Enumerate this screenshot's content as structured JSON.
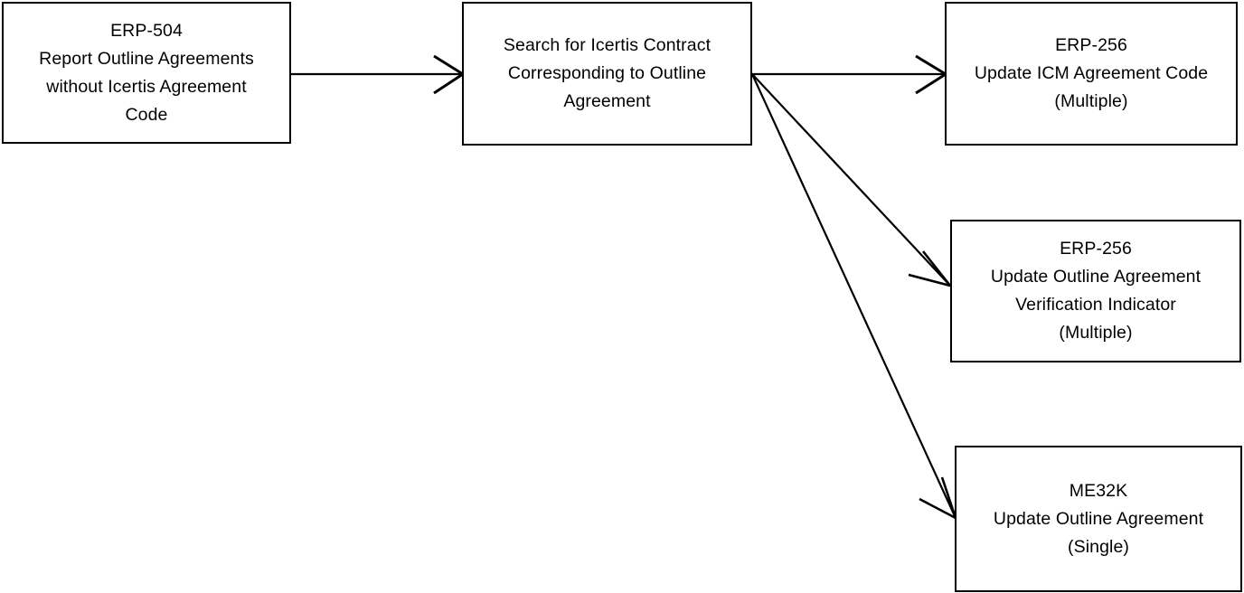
{
  "diagram": {
    "type": "flowchart",
    "orientation": "left-to-right",
    "background_color": "#ffffff",
    "line_color": "#000000",
    "text_color": "#000000",
    "nodes": [
      {
        "id": "report",
        "name": "report-outline-agreements",
        "label": "ERP-504\nReport Outline Agreements\nwithout Icertis Agreement\nCode",
        "lines": [
          "ERP-504",
          "Report Outline Agreements",
          "without Icertis Agreement",
          "Code"
        ],
        "code": "ERP-504",
        "shape": "rectangle"
      },
      {
        "id": "search",
        "name": "search-icertis-contract",
        "label": "Search for Icertis  Contract\nCorresponding to Outline\nAgreement",
        "lines": [
          "Search for Icertis  Contract",
          "Corresponding to Outline",
          "Agreement"
        ],
        "code": "",
        "shape": "rectangle"
      },
      {
        "id": "icm-code",
        "name": "update-icm-agreement-code",
        "label": "ERP-256\nUpdate ICM Agreement Code\n(Multiple)",
        "lines": [
          "ERP-256",
          "Update ICM Agreement Code",
          "(Multiple)"
        ],
        "code": "ERP-256",
        "cardinality": "(Multiple)",
        "shape": "rectangle"
      },
      {
        "id": "verif-ind",
        "name": "update-verification-indicator",
        "label": "ERP-256\nUpdate Outline Agreement\nVerification Indicator\n(Multiple)",
        "lines": [
          "ERP-256",
          "Update Outline Agreement",
          "Verification Indicator",
          "(Multiple)"
        ],
        "code": "ERP-256",
        "cardinality": "(Multiple)",
        "shape": "rectangle"
      },
      {
        "id": "me32k",
        "name": "update-outline-agreement-single",
        "label": "ME32K\nUpdate Outline Agreement\n(Single)",
        "lines": [
          "ME32K",
          "Update Outline Agreement",
          "(Single)"
        ],
        "code": "ME32K",
        "cardinality": "(Single)",
        "shape": "rectangle"
      }
    ],
    "edges": [
      {
        "id": "e1",
        "name": "edge-report-to-search",
        "from": "report",
        "to": "search",
        "label": "",
        "arrowhead": "open-v"
      },
      {
        "id": "e2",
        "name": "edge-search-to-icm-code",
        "from": "search",
        "to": "icm-code",
        "label": "",
        "arrowhead": "open-v"
      },
      {
        "id": "e3",
        "name": "edge-search-to-verif-ind",
        "from": "search",
        "to": "verif-ind",
        "label": "",
        "arrowhead": "open-v"
      },
      {
        "id": "e4",
        "name": "edge-search-to-me32k",
        "from": "search",
        "to": "me32k",
        "label": "",
        "arrowhead": "open-v"
      }
    ]
  }
}
